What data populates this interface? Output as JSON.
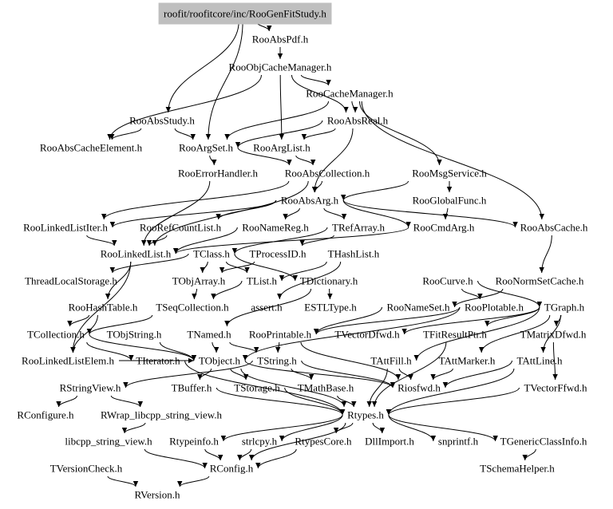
{
  "graph": {
    "root": "roofit/roofitcore/inc/RooGenFitStudy.h",
    "root_color": "#bfbfbf",
    "edge_color": "#000000",
    "nodes": [
      {
        "id": "n0",
        "label": "roofit/roofitcore/inc/RooGenFitStudy.h"
      },
      {
        "id": "n1",
        "label": "RooAbsPdf.h"
      },
      {
        "id": "n2",
        "label": "RooObjCacheManager.h"
      },
      {
        "id": "n3",
        "label": "RooCacheManager.h"
      },
      {
        "id": "n4",
        "label": "RooAbsStudy.h"
      },
      {
        "id": "n5",
        "label": "RooAbsReal.h"
      },
      {
        "id": "n6",
        "label": "RooAbsCacheElement.h"
      },
      {
        "id": "n7",
        "label": "RooArgSet.h"
      },
      {
        "id": "n8",
        "label": "RooArgList.h"
      },
      {
        "id": "n9",
        "label": "RooErrorHandler.h"
      },
      {
        "id": "n10",
        "label": "RooAbsCollection.h"
      },
      {
        "id": "n11",
        "label": "RooMsgService.h"
      },
      {
        "id": "n12",
        "label": "RooAbsArg.h"
      },
      {
        "id": "n13",
        "label": "RooGlobalFunc.h"
      },
      {
        "id": "n14",
        "label": "RooLinkedListIter.h"
      },
      {
        "id": "n15",
        "label": "RooRefCountList.h"
      },
      {
        "id": "n16",
        "label": "RooNameReg.h"
      },
      {
        "id": "n17",
        "label": "TRefArray.h"
      },
      {
        "id": "n18",
        "label": "RooCmdArg.h"
      },
      {
        "id": "n19",
        "label": "RooAbsCache.h"
      },
      {
        "id": "n20",
        "label": "RooLinkedList.h"
      },
      {
        "id": "n21",
        "label": "TClass.h"
      },
      {
        "id": "n22",
        "label": "TProcessID.h"
      },
      {
        "id": "n23",
        "label": "THashList.h"
      },
      {
        "id": "n24",
        "label": "ThreadLocalStorage.h"
      },
      {
        "id": "n25",
        "label": "TObjArray.h"
      },
      {
        "id": "n26",
        "label": "TList.h"
      },
      {
        "id": "n27",
        "label": "TDictionary.h"
      },
      {
        "id": "n28",
        "label": "RooCurve.h"
      },
      {
        "id": "n29",
        "label": "RooNormSetCache.h"
      },
      {
        "id": "n30",
        "label": "RooHashTable.h"
      },
      {
        "id": "n31",
        "label": "TSeqCollection.h"
      },
      {
        "id": "n32",
        "label": "assert.h"
      },
      {
        "id": "n33",
        "label": "ESTLType.h"
      },
      {
        "id": "n34",
        "label": "RooNameSet.h"
      },
      {
        "id": "n35",
        "label": "RooPlotable.h"
      },
      {
        "id": "n36",
        "label": "TGraph.h"
      },
      {
        "id": "n37",
        "label": "TCollection.h"
      },
      {
        "id": "n38",
        "label": "TObjString.h"
      },
      {
        "id": "n39",
        "label": "TNamed.h"
      },
      {
        "id": "n40",
        "label": "RooPrintable.h"
      },
      {
        "id": "n41",
        "label": "TVectorDfwd.h"
      },
      {
        "id": "n42",
        "label": "TFitResultPtr.h"
      },
      {
        "id": "n43",
        "label": "TMatrixDfwd.h"
      },
      {
        "id": "n44",
        "label": "RooLinkedListElem.h"
      },
      {
        "id": "n45",
        "label": "TIterator.h"
      },
      {
        "id": "n46",
        "label": "TObject.h"
      },
      {
        "id": "n47",
        "label": "TString.h"
      },
      {
        "id": "n48",
        "label": "TAttFill.h"
      },
      {
        "id": "n49",
        "label": "TAttMarker.h"
      },
      {
        "id": "n50",
        "label": "TAttLine.h"
      },
      {
        "id": "n51",
        "label": "RStringView.h"
      },
      {
        "id": "n52",
        "label": "TBuffer.h"
      },
      {
        "id": "n53",
        "label": "TStorage.h"
      },
      {
        "id": "n54",
        "label": "TMathBase.h"
      },
      {
        "id": "n55",
        "label": "Riosfwd.h"
      },
      {
        "id": "n56",
        "label": "TVectorFfwd.h"
      },
      {
        "id": "n57",
        "label": "RConfigure.h"
      },
      {
        "id": "n58",
        "label": "RWrap_libcpp_string_view.h"
      },
      {
        "id": "n59",
        "label": "Rtypes.h"
      },
      {
        "id": "n60",
        "label": "libcpp_string_view.h"
      },
      {
        "id": "n61",
        "label": "Rtypeinfo.h"
      },
      {
        "id": "n62",
        "label": "strlcpy.h"
      },
      {
        "id": "n63",
        "label": "RtypesCore.h"
      },
      {
        "id": "n64",
        "label": "DllImport.h"
      },
      {
        "id": "n65",
        "label": "snprintf.h"
      },
      {
        "id": "n66",
        "label": "TGenericClassInfo.h"
      },
      {
        "id": "n67",
        "label": "TVersionCheck.h"
      },
      {
        "id": "n68",
        "label": "RConfig.h"
      },
      {
        "id": "n69",
        "label": "TSchemaHelper.h"
      },
      {
        "id": "n70",
        "label": "RVersion.h"
      }
    ],
    "edges": [
      [
        "n0",
        "n1"
      ],
      [
        "n0",
        "n4"
      ],
      [
        "n0",
        "n7"
      ],
      [
        "n1",
        "n2"
      ],
      [
        "n2",
        "n3"
      ],
      [
        "n2",
        "n6"
      ],
      [
        "n2",
        "n5"
      ],
      [
        "n2",
        "n8"
      ],
      [
        "n3",
        "n5"
      ],
      [
        "n3",
        "n7"
      ],
      [
        "n3",
        "n11"
      ],
      [
        "n3",
        "n19"
      ],
      [
        "n4",
        "n7"
      ],
      [
        "n4",
        "n6"
      ],
      [
        "n5",
        "n7"
      ],
      [
        "n5",
        "n8"
      ],
      [
        "n5",
        "n12"
      ],
      [
        "n7",
        "n9"
      ],
      [
        "n7",
        "n10"
      ],
      [
        "n8",
        "n10"
      ],
      [
        "n9",
        "n20"
      ],
      [
        "n10",
        "n12"
      ],
      [
        "n10",
        "n14"
      ],
      [
        "n10",
        "n20"
      ],
      [
        "n11",
        "n13"
      ],
      [
        "n11",
        "n12"
      ],
      [
        "n12",
        "n14"
      ],
      [
        "n12",
        "n15"
      ],
      [
        "n12",
        "n16"
      ],
      [
        "n12",
        "n17"
      ],
      [
        "n12",
        "n18"
      ],
      [
        "n12",
        "n19"
      ],
      [
        "n13",
        "n18"
      ],
      [
        "n14",
        "n20"
      ],
      [
        "n15",
        "n20"
      ],
      [
        "n16",
        "n20"
      ],
      [
        "n17",
        "n21"
      ],
      [
        "n17",
        "n22"
      ],
      [
        "n18",
        "n20"
      ],
      [
        "n19",
        "n29"
      ],
      [
        "n20",
        "n30"
      ],
      [
        "n20",
        "n44"
      ],
      [
        "n21",
        "n25"
      ],
      [
        "n21",
        "n26"
      ],
      [
        "n21",
        "n27"
      ],
      [
        "n21",
        "n24"
      ],
      [
        "n22",
        "n25"
      ],
      [
        "n23",
        "n26"
      ],
      [
        "n23",
        "n32"
      ],
      [
        "n25",
        "n31"
      ],
      [
        "n26",
        "n31"
      ],
      [
        "n27",
        "n33"
      ],
      [
        "n27",
        "n39"
      ],
      [
        "n28",
        "n35"
      ],
      [
        "n28",
        "n36"
      ],
      [
        "n29",
        "n34"
      ],
      [
        "n30",
        "n37"
      ],
      [
        "n30",
        "n44"
      ],
      [
        "n31",
        "n37"
      ],
      [
        "n34",
        "n40"
      ],
      [
        "n35",
        "n40"
      ],
      [
        "n35",
        "n46"
      ],
      [
        "n36",
        "n41"
      ],
      [
        "n36",
        "n42"
      ],
      [
        "n36",
        "n43"
      ],
      [
        "n36",
        "n48"
      ],
      [
        "n36",
        "n49"
      ],
      [
        "n36",
        "n50"
      ],
      [
        "n37",
        "n46"
      ],
      [
        "n37",
        "n45"
      ],
      [
        "n38",
        "n46"
      ],
      [
        "n39",
        "n46"
      ],
      [
        "n39",
        "n47"
      ],
      [
        "n40",
        "n47"
      ],
      [
        "n40",
        "n55"
      ],
      [
        "n42",
        "n59"
      ],
      [
        "n43",
        "n56"
      ],
      [
        "n44",
        "n46"
      ],
      [
        "n45",
        "n59"
      ],
      [
        "n46",
        "n52"
      ],
      [
        "n46",
        "n53"
      ],
      [
        "n46",
        "n55"
      ],
      [
        "n46",
        "n59"
      ],
      [
        "n47",
        "n51"
      ],
      [
        "n47",
        "n54"
      ],
      [
        "n47",
        "n55"
      ],
      [
        "n48",
        "n55"
      ],
      [
        "n49",
        "n55"
      ],
      [
        "n50",
        "n55"
      ],
      [
        "n51",
        "n57"
      ],
      [
        "n51",
        "n58"
      ],
      [
        "n52",
        "n59"
      ],
      [
        "n53",
        "n59"
      ],
      [
        "n54",
        "n59"
      ],
      [
        "n56",
        "n59"
      ],
      [
        "n58",
        "n60"
      ],
      [
        "n59",
        "n61"
      ],
      [
        "n59",
        "n62"
      ],
      [
        "n59",
        "n63"
      ],
      [
        "n59",
        "n64"
      ],
      [
        "n59",
        "n65"
      ],
      [
        "n59",
        "n66"
      ],
      [
        "n59",
        "n68"
      ],
      [
        "n60",
        "n68"
      ],
      [
        "n61",
        "n68"
      ],
      [
        "n62",
        "n68"
      ],
      [
        "n63",
        "n68"
      ],
      [
        "n66",
        "n69"
      ],
      [
        "n67",
        "n70"
      ],
      [
        "n68",
        "n70"
      ],
      [
        "n48",
        "n59"
      ],
      [
        "n50",
        "n59"
      ]
    ]
  }
}
